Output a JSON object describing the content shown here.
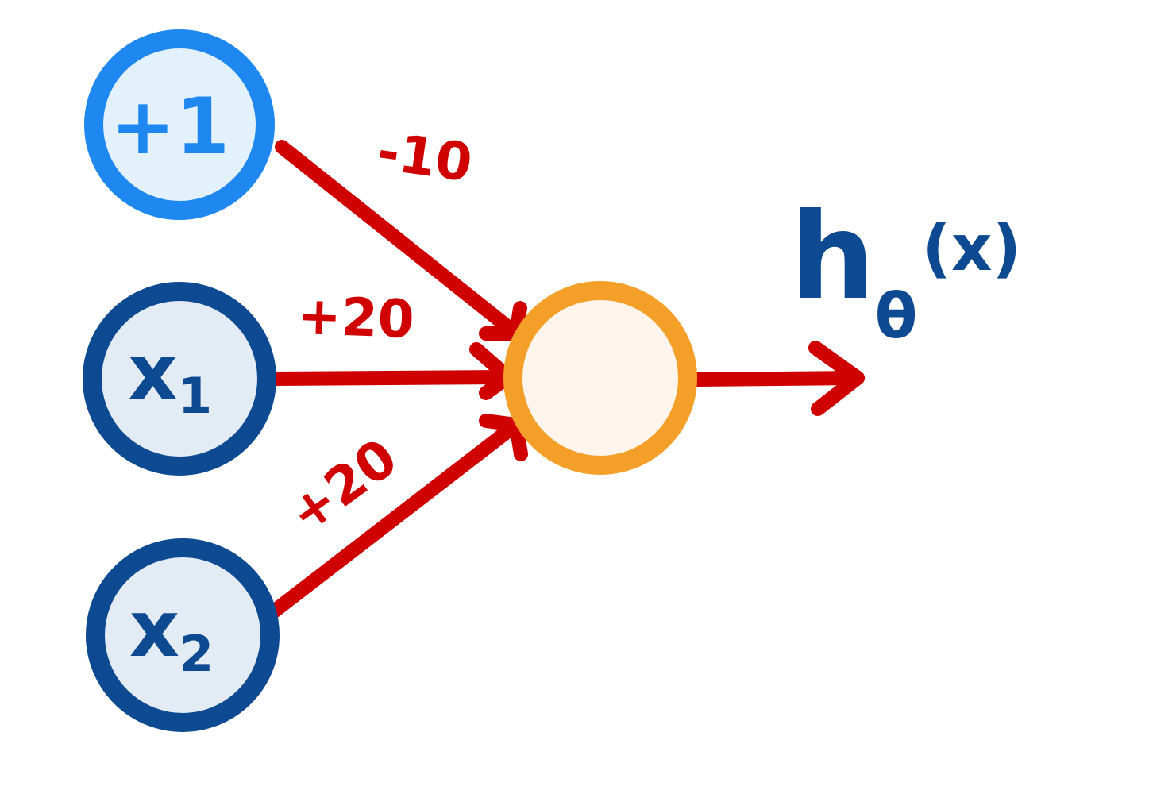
{
  "colors": {
    "bias_stroke": "#1e88f0",
    "bias_fill": "#e3f1fd",
    "input_stroke": "#0d4a92",
    "input_fill": "#e3ebf5",
    "output_stroke": "#f4a028",
    "output_fill": "#fff5ec",
    "edge": "#d10000",
    "output_text": "#0d4a92"
  },
  "nodes": {
    "bias": {
      "label": "+1"
    },
    "x1": {
      "base": "x",
      "sub": "1"
    },
    "x2": {
      "base": "x",
      "sub": "2"
    }
  },
  "weights": {
    "bias_weight": "-10",
    "x1_weight": "+20",
    "x2_weight": "+20"
  },
  "output": {
    "base": "h",
    "sub": "θ",
    "args": "(x)"
  }
}
